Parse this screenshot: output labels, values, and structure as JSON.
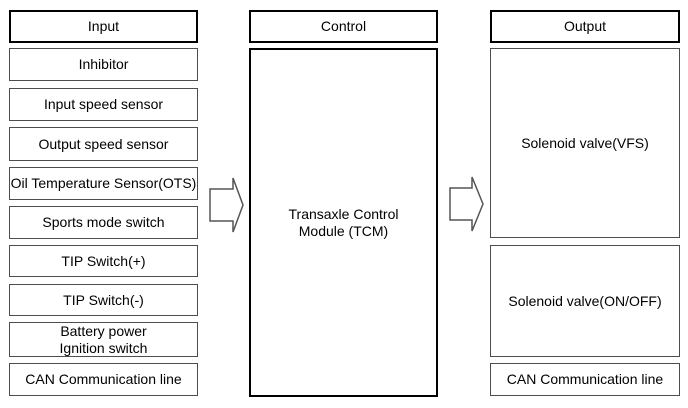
{
  "columns": {
    "input": {
      "header": "Input",
      "items": [
        "Inhibitor",
        "Input speed sensor",
        "Output speed sensor",
        "Oil Temperature Sensor(OTS)",
        "Sports mode switch",
        "TIP Switch(+)",
        "TIP Switch(-)",
        "Battery power\nIgnition switch",
        "CAN Communication line"
      ]
    },
    "control": {
      "header": "Control",
      "module_label": "Transaxle Control\nModule (TCM)"
    },
    "output": {
      "header": "Output",
      "items": [
        "Solenoid valve(VFS)",
        "Solenoid valve(ON/OFF)",
        "CAN Communication line"
      ]
    }
  },
  "icons": {
    "flow_arrow_input_to_control": "right-block-arrow",
    "flow_arrow_control_to_output": "right-block-arrow"
  },
  "colors": {
    "background": "#ffffff",
    "header_border": "#000000",
    "node_border": "#4d4d4d",
    "module_border": "#000000",
    "arrow_outline": "#555555",
    "text": "#000000"
  }
}
